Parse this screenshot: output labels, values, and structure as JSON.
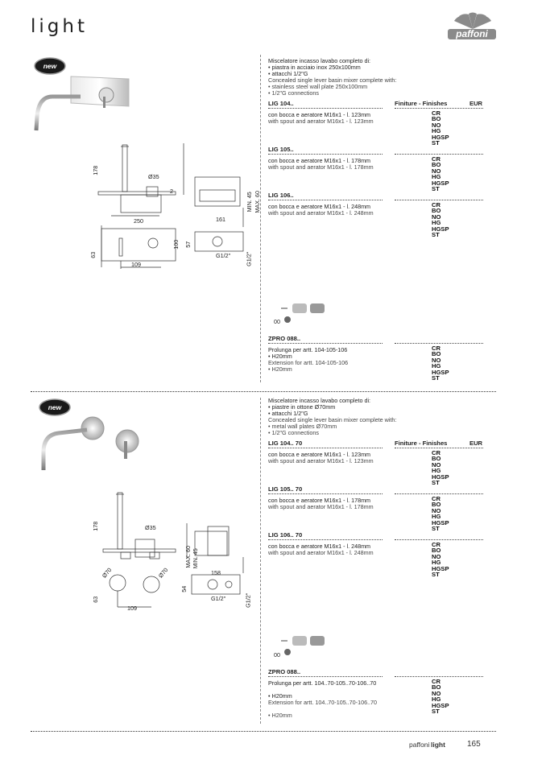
{
  "header": {
    "title": "light",
    "logo_text": "paffoni"
  },
  "sections": [
    {
      "badge": "new",
      "intro_lines": [
        "Miscelatore incasso lavabo completo di:"
      ],
      "intro_bullets": [
        "piastra in acciaio inox 250x100mm",
        "attacchi 1/2\"G"
      ],
      "intro_en": "Concealed single lever basin mixer complete with:",
      "intro_en_bullets": [
        "stainless steel wall plate 250x100mm",
        "1/2\"G connections"
      ],
      "finishes_label": "Finiture - Finishes",
      "currency": "EUR",
      "items": [
        {
          "code": "LIG 104..",
          "desc_it": "con bocca e aeratore M16x1 - l. 123mm",
          "desc_en": "with spout and aerator M16x1 - l. 123mm",
          "finishes": [
            "CR",
            "BO",
            "NO",
            "HG",
            "HGSP",
            "ST"
          ]
        },
        {
          "code": "LIG 105..",
          "desc_it": "con bocca e aeratore M16x1 - l. 178mm",
          "desc_en": "with spout and aerator M16x1 - l. 178mm",
          "finishes": [
            "CR",
            "BO",
            "NO",
            "HG",
            "HGSP",
            "ST"
          ]
        },
        {
          "code": "LIG 106..",
          "desc_it": "con bocca e aeratore M16x1 - l. 248mm",
          "desc_en": "with spout and aerator M16x1 - l. 248mm",
          "finishes": [
            "CR",
            "BO",
            "NO",
            "HG",
            "HGSP",
            "ST"
          ]
        }
      ],
      "extension": {
        "code": "ZPRO 088..",
        "desc_it": "Prolunga per artt. 104-105-106",
        "bullet_it": "H20mm",
        "desc_en": "Extension for artt. 104-105-106",
        "bullet_en": "H20mm",
        "finishes": [
          "CR",
          "BO",
          "NO",
          "HG",
          "HGSP",
          "ST"
        ]
      },
      "dims": {
        "d1": "178",
        "d2": "Ø35",
        "d3": "2",
        "d4": "250",
        "d5": "161",
        "d6": "100",
        "d7": "63",
        "d8": "109",
        "d9": "57",
        "d10": "MIN. 45",
        "d11": "MAX. 60",
        "d12": "G1/2\"",
        "d13": "G1/2\""
      },
      "ext_dims": {
        "a": "00"
      }
    },
    {
      "badge": "new",
      "intro_lines": [
        "Miscelatore incasso lavabo completo di:"
      ],
      "intro_bullets": [
        "piastre in ottone Ø70mm",
        "attacchi 1/2\"G"
      ],
      "intro_en": "Concealed single lever basin mixer complete with:",
      "intro_en_bullets": [
        "metal wall plates Ø70mm",
        "1/2\"G connections"
      ],
      "finishes_label": "Finiture - Finishes",
      "currency": "EUR",
      "items": [
        {
          "code": "LIG 104.. 70",
          "desc_it": "con bocca e aeratore M16x1 - l. 123mm",
          "desc_en": "with spout and aerator M16x1 - l. 123mm",
          "finishes": [
            "CR",
            "BO",
            "NO",
            "HG",
            "HGSP",
            "ST"
          ]
        },
        {
          "code": "LIG 105.. 70",
          "desc_it": "con bocca e aeratore M16x1 - l. 178mm",
          "desc_en": "with spout and aerator M16x1 - l. 178mm",
          "finishes": [
            "CR",
            "BO",
            "NO",
            "HG",
            "HGSP",
            "ST"
          ]
        },
        {
          "code": "LIG 106.. 70",
          "desc_it": "con bocca e aeratore M16x1 - l. 248mm",
          "desc_en": "with spout and aerator M16x1 - l. 248mm",
          "finishes": [
            "CR",
            "BO",
            "NO",
            "HG",
            "HGSP",
            "ST"
          ]
        }
      ],
      "extension": {
        "code": "ZPRO 088..",
        "desc_it": "Prolunga per artt. 104..70-105..70-106..70",
        "bullet_it": "H20mm",
        "desc_en": "Extension for artt. 104..70-105..70-106..70",
        "bullet_en": "H20mm",
        "finishes": [
          "CR",
          "BO",
          "NO",
          "HG",
          "HGSP",
          "ST"
        ]
      },
      "dims": {
        "d1": "178",
        "d2": "Ø35",
        "d3": "Ø70",
        "d4": "Ø70",
        "d5": "158",
        "d6": "54",
        "d7": "63",
        "d8": "109",
        "d10": "MIN. 45",
        "d11": "MAX. 60",
        "d12": "G1/2\"",
        "d13": "G1/2\""
      },
      "ext_dims": {
        "a": "00"
      }
    }
  ],
  "footer": {
    "brand": "paffoni",
    "series": "light",
    "page": "165"
  }
}
